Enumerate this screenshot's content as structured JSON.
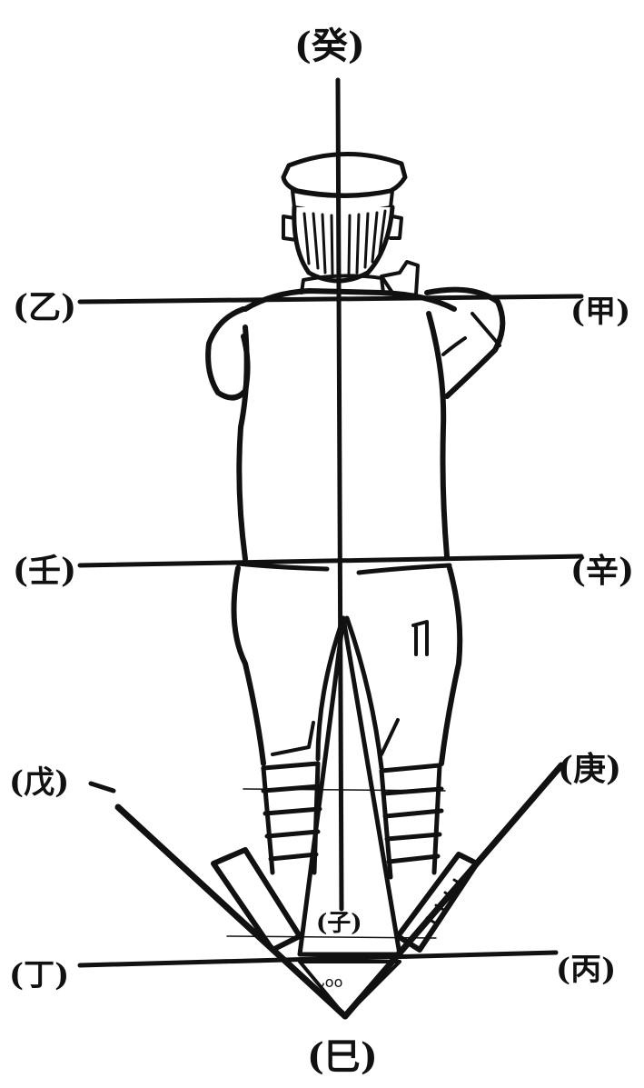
{
  "labels": {
    "gui": "(癸)",
    "yi": "(乙)",
    "jia": "(甲)",
    "ren": "(壬)",
    "xin": "(辛)",
    "wu": "(戊)",
    "geng": "(庚)",
    "zi": "(子)",
    "ding": "(丁)",
    "bing": "(丙)",
    "si": "(巳)"
  },
  "colors": {
    "ink": "#111111",
    "paper": "#ffffff"
  }
}
